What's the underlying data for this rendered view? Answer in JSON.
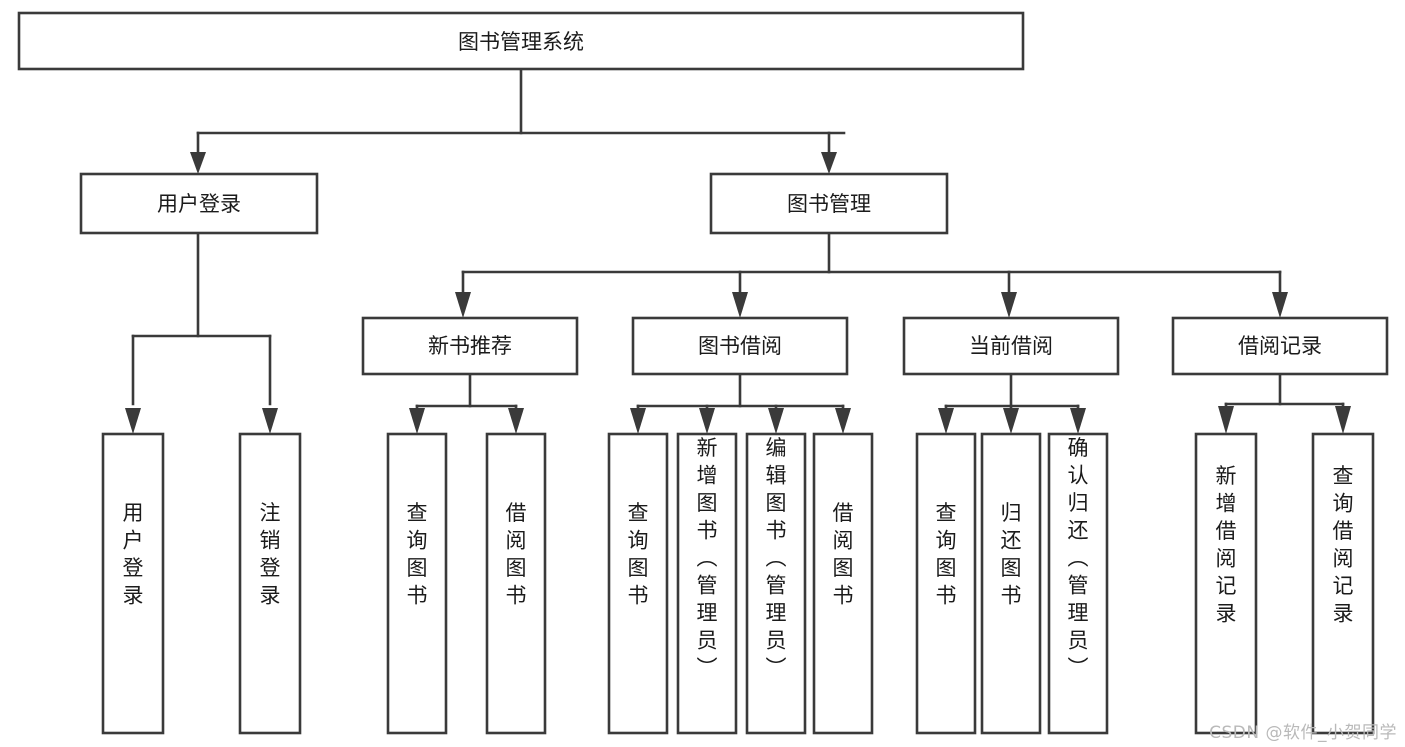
{
  "diagram": {
    "title": "图书管理系统",
    "type": "tree-hierarchy-chart",
    "orientation": "top-down",
    "colors": {
      "background": "#ffffff",
      "box_fill": "#ffffff",
      "box_stroke": "#3a3a3a",
      "connector": "#3a3a3a",
      "text": "#1b1b1b",
      "watermark": "#b9b9b9"
    },
    "root": {
      "label": "图书管理系统",
      "orientation": "horizontal"
    },
    "level2": [
      {
        "id": "user-login",
        "label": "用户登录",
        "orientation": "horizontal"
      },
      {
        "id": "book-manage",
        "label": "图书管理",
        "orientation": "horizontal"
      }
    ],
    "level3": [
      {
        "id": "new-book-recommend",
        "label": "新书推荐",
        "orientation": "horizontal",
        "parent": "book-manage"
      },
      {
        "id": "book-borrow",
        "label": "图书借阅",
        "orientation": "horizontal",
        "parent": "book-manage"
      },
      {
        "id": "current-borrow",
        "label": "当前借阅",
        "orientation": "horizontal",
        "parent": "book-manage"
      },
      {
        "id": "borrow-record",
        "label": "借阅记录",
        "orientation": "horizontal",
        "parent": "book-manage"
      }
    ],
    "leaves": {
      "user-login": [
        {
          "id": "leaf-user-login",
          "label": "用户登录",
          "orientation": "vertical"
        },
        {
          "id": "leaf-logout",
          "label": "注销登录",
          "orientation": "vertical"
        }
      ],
      "new-book-recommend": [
        {
          "id": "leaf-query-book-1",
          "label": "查询图书",
          "orientation": "vertical"
        },
        {
          "id": "leaf-borrow-book-1",
          "label": "借阅图书",
          "orientation": "vertical"
        }
      ],
      "book-borrow": [
        {
          "id": "leaf-query-book-2",
          "label": "查询图书",
          "orientation": "vertical"
        },
        {
          "id": "leaf-add-book",
          "label": "新增图书（管理员）",
          "orientation": "vertical"
        },
        {
          "id": "leaf-edit-book",
          "label": "编辑图书（管理员）",
          "orientation": "vertical"
        },
        {
          "id": "leaf-borrow-book-2",
          "label": "借阅图书",
          "orientation": "vertical"
        }
      ],
      "current-borrow": [
        {
          "id": "leaf-query-book-3",
          "label": "查询图书",
          "orientation": "vertical"
        },
        {
          "id": "leaf-return-book",
          "label": "归还图书",
          "orientation": "vertical"
        },
        {
          "id": "leaf-confirm-return",
          "label": "确认归还（管理员）",
          "orientation": "vertical"
        }
      ],
      "borrow-record": [
        {
          "id": "leaf-add-record",
          "label": "新增借阅记录",
          "orientation": "vertical"
        },
        {
          "id": "leaf-query-record",
          "label": "查询借阅记录",
          "orientation": "vertical"
        }
      ]
    },
    "watermark": "CSDN @软件_小贺同学"
  }
}
